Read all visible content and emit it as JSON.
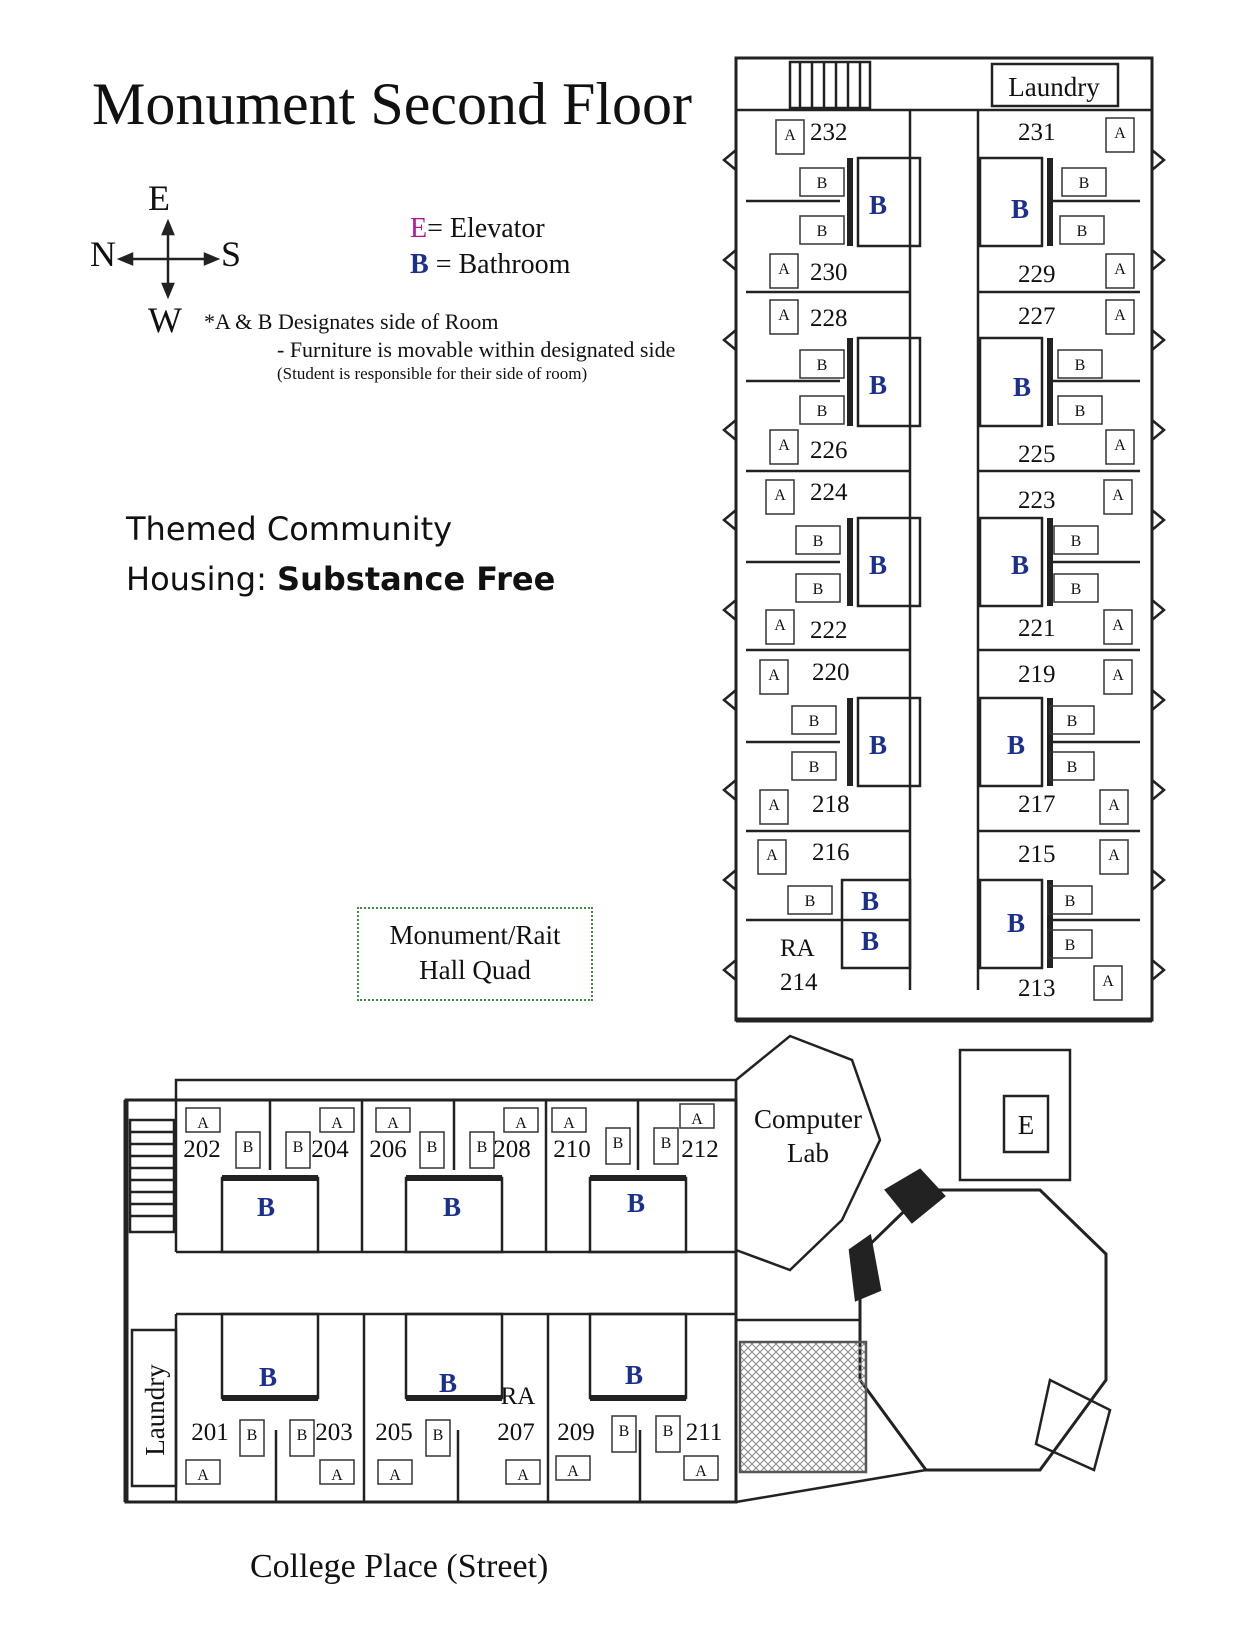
{
  "title": "Monument Second Floor",
  "compass": {
    "north": "N",
    "south": "S",
    "east": "E",
    "west": "W"
  },
  "legend": {
    "elevator_key": "E",
    "elevator_text": "= Elevator",
    "bathroom_key": "B",
    "bathroom_text": " = Bathroom",
    "note_1": "*A & B Designates side of Room",
    "note_2": "- Furniture is movable within designated side",
    "note_3": "(Student is responsible for their side of room)"
  },
  "themed": {
    "line_1": "Themed Community",
    "line_2_prefix": "Housing: ",
    "line_2_bold": "Substance Free"
  },
  "quad": {
    "line_1": "Monument/Rait",
    "line_2": "Hall Quad"
  },
  "street": "College Place (Street)",
  "labels": {
    "laundry_top": "Laundry",
    "laundry_left": "Laundry",
    "computer_lab_1": "Computer",
    "computer_lab_2": "Lab",
    "elevator": "E",
    "ra": "RA",
    "side_a": "A",
    "side_b": "B",
    "bathroom": "B"
  },
  "colors": {
    "elevator": "#b0169a",
    "bathroom": "#1b2f8c",
    "quad_border": "#3c8a3c"
  },
  "rooms_west_wing": [
    "232",
    "230",
    "228",
    "226",
    "224",
    "222",
    "220",
    "218",
    "216",
    "214"
  ],
  "rooms_east_wing": [
    "231",
    "229",
    "227",
    "225",
    "223",
    "221",
    "219",
    "217",
    "215",
    "213"
  ],
  "rooms_lower_north": [
    "202",
    "204",
    "206",
    "208",
    "210",
    "212"
  ],
  "rooms_lower_south": [
    "201",
    "203",
    "205",
    "207",
    "209",
    "211"
  ]
}
